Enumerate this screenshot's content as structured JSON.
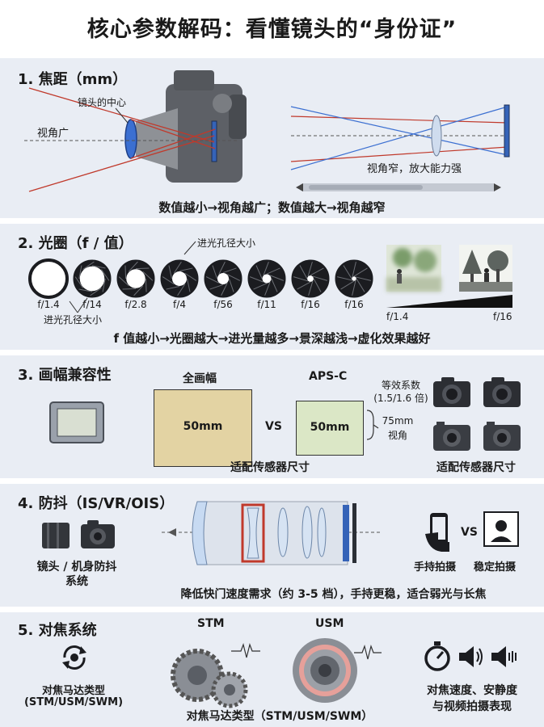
{
  "title": "核心参数解码：看懂镜头的“身份证”",
  "s1": {
    "title": "1. 焦距（mm）",
    "lens_center": "镜头的中心",
    "wide_angle": "视角广",
    "narrow_angle": "视角窄，放大能力强",
    "summary": "数值越小→视角越广；数值越大→视角越窄"
  },
  "s2": {
    "title": "2. 光圈（f / 值）",
    "bigger_top": "进光孔径大小",
    "bigger_bottom": "进光孔径大小",
    "apertures": [
      "f/1.4",
      "f/14",
      "f/2.8",
      "f/4",
      "f/56",
      "f/11",
      "f/16",
      "f/16"
    ],
    "scale_left": "f/1.4",
    "scale_right": "f/16",
    "summary": "f 值越小→光圈越大→进光量越多→景深越浅→虚化效果越好"
  },
  "s3": {
    "title": "3. 画幅兼容性",
    "full_frame": "全画幅",
    "apsc": "APS-C",
    "ff_focal": "50mm",
    "vs": "VS",
    "apsc_focal": "50mm",
    "crop_line1": "等效系数",
    "crop_line2": "(1.5/1.6 倍)",
    "equiv_line1": "75mm",
    "equiv_line2": "视角",
    "fit_center": "适配传感器尺寸",
    "fit_right": "适配传感器尺寸"
  },
  "s4": {
    "title": "4. 防抖（IS/VR/OIS）",
    "lens_body_line1": "镜头 / 机身防抖",
    "lens_body_line2": "系统",
    "vs": "VS",
    "handheld": "手持拍摄",
    "stable": "稳定拍摄",
    "summary": "降低快门速度需求（约 3-5 档），手持更稳，适合弱光与长焦"
  },
  "s5": {
    "title": "5. 对焦系统",
    "stm": "STM",
    "usm": "USM",
    "left_line1": "对焦马达类型",
    "left_line2": "(STM/USM/SWM)",
    "center": "对焦马达类型（STM/USM/SWM）",
    "right_line1": "对焦速度、安静度",
    "right_line2": "与视频拍摄表现"
  },
  "colors": {
    "section_bg": "#e9edf4",
    "lens_blue": "#3b6fd1",
    "ray_red": "#c0392b",
    "sensor_beige": "#e3d3a3",
    "sensor_green": "#dbe7c6"
  }
}
